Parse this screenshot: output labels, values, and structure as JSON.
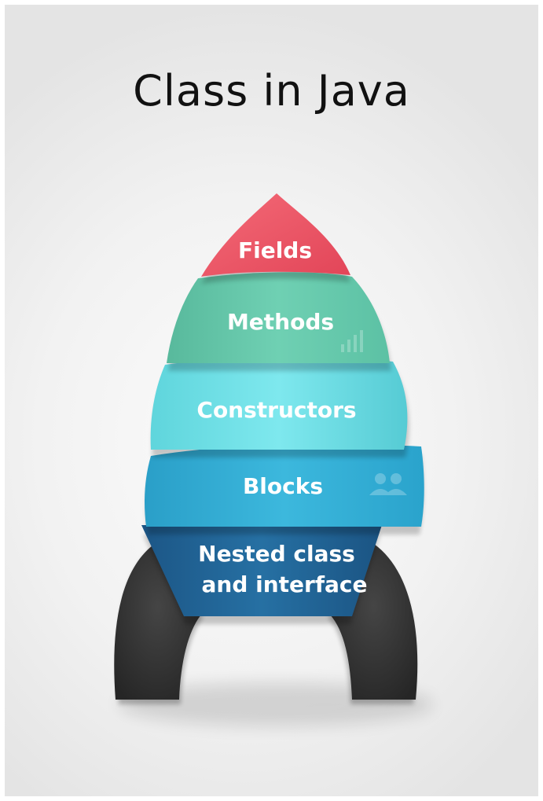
{
  "title": "Class in Java",
  "layers": [
    {
      "label": "Fields",
      "color": "#ef5a69"
    },
    {
      "label": "Methods",
      "color": "#5fc4a6"
    },
    {
      "label": "Constructors",
      "color": "#62dbe2"
    },
    {
      "label": "Blocks",
      "color": "#2fa9d0"
    },
    {
      "label_line1": "Nested class",
      "label_line2": "and interface",
      "color": "#1f5f8f"
    }
  ],
  "fins_color": "#3a3a3a"
}
